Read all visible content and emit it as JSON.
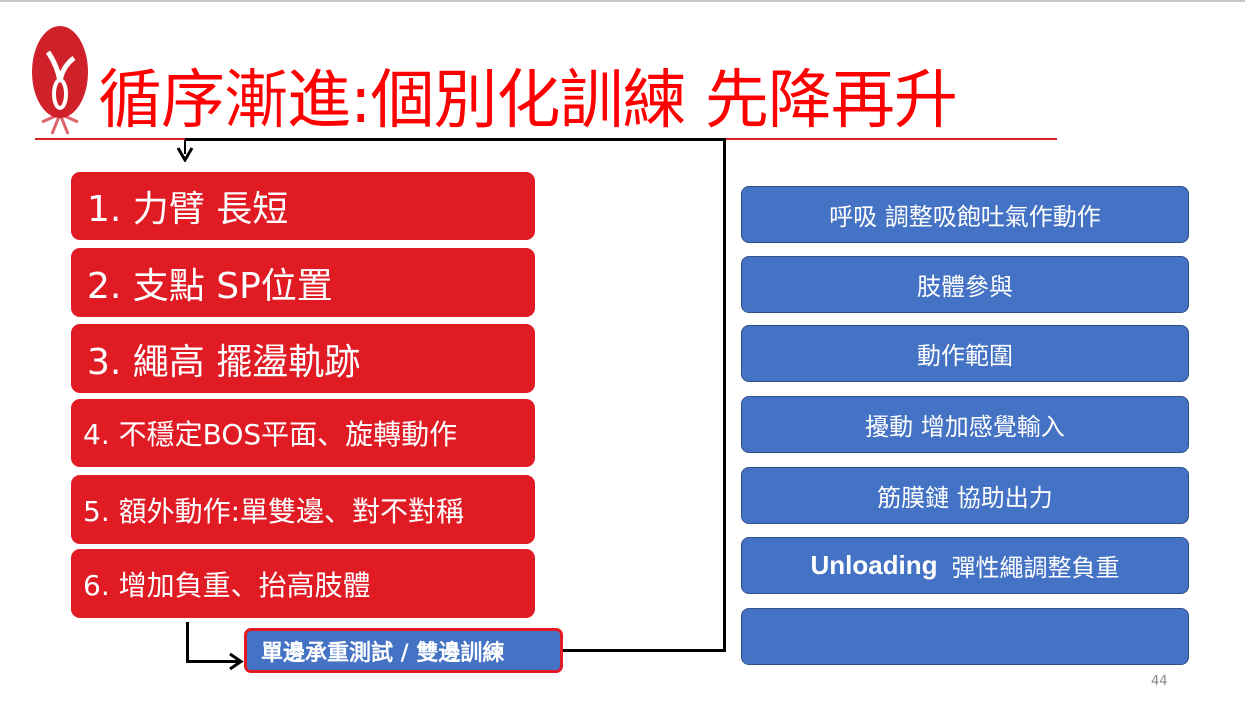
{
  "title": "循序漸進:個別化訓練 先降再升",
  "left_steps": [
    "1. 力臂 長短",
    "2. 支點 SP位置",
    "3. 繩高 擺盪軌跡",
    "4. 不穩定BOS平面、旋轉動作",
    "5. 額外動作:單雙邊、對不對稱",
    "6. 增加負重、抬高肢體"
  ],
  "test_box": "單邊承重測試 / 雙邊訓練",
  "right_items": [
    "呼吸 調整吸飽吐氣作動作",
    "肢體參與",
    "動作範圍",
    "擾動 增加感覺輸入",
    "筋膜鏈 協助出力"
  ],
  "unloading": {
    "bold": "Unloading",
    "rest": "彈性繩調整負重"
  },
  "empty_item": "",
  "page_number": "44",
  "colors": {
    "red": "#e01b24",
    "blue": "#4472c4",
    "title": "#ff0000"
  }
}
